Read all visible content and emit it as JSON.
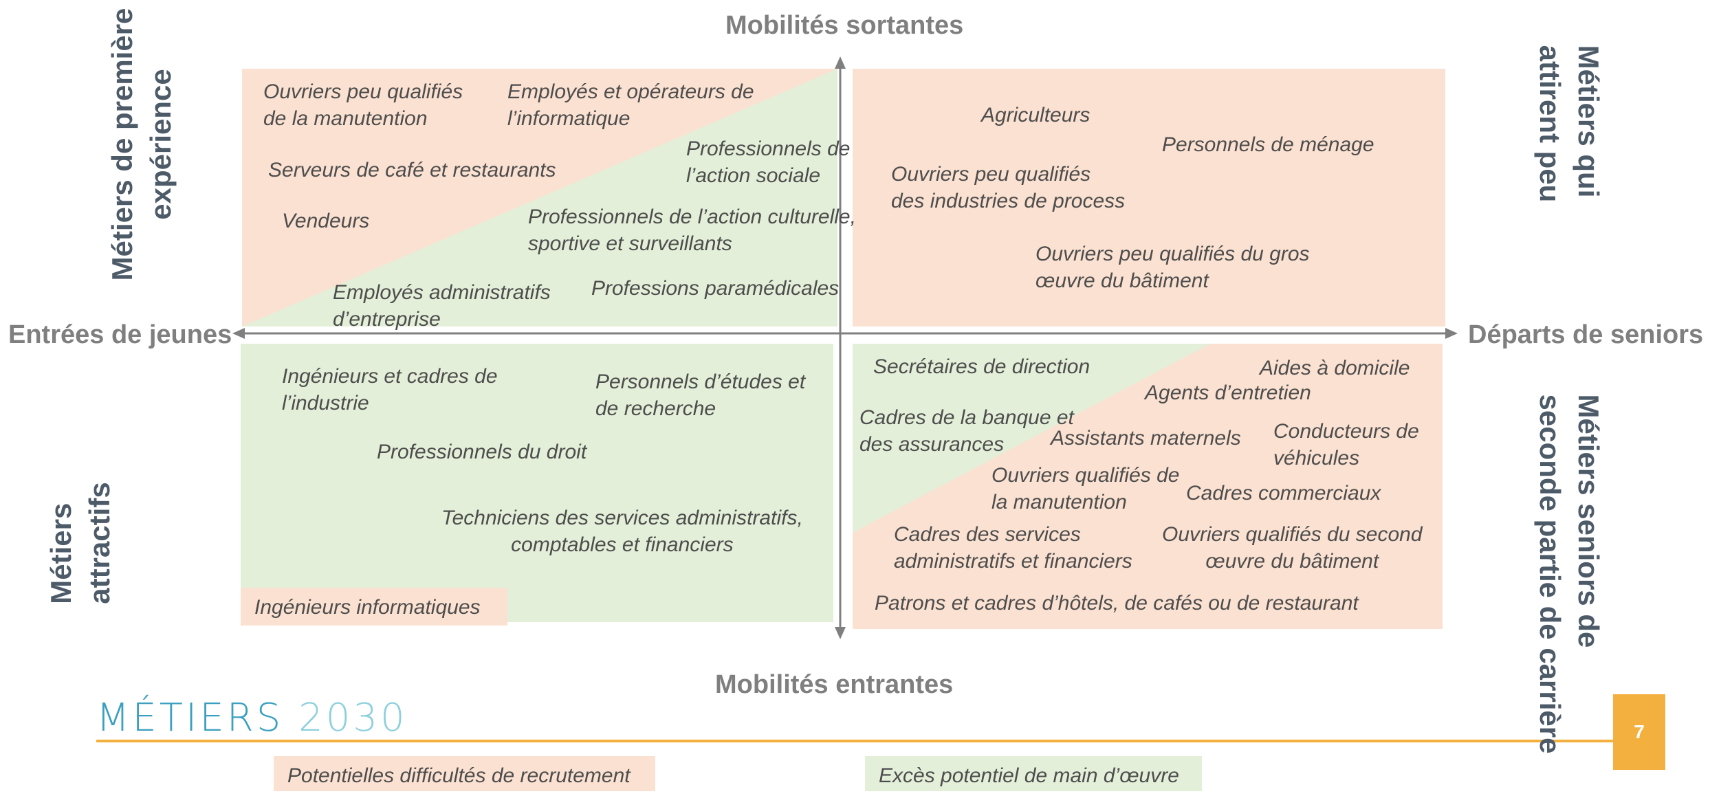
{
  "axes": {
    "top": "Mobilités sortantes",
    "bottom": "Mobilités entrantes",
    "left": "Entrées de jeunes",
    "right": "Départs de seniors"
  },
  "quadrant_labels": {
    "top_left": [
      "Métiers de première",
      "expérience"
    ],
    "bottom_left": [
      "Métiers",
      "attractifs"
    ],
    "top_right": [
      "Métiers qui",
      "attirent peu"
    ],
    "bottom_right": [
      "Métiers seniors de",
      "seconde partie de carrière"
    ]
  },
  "top_left_jobs": {
    "j1": [
      "Ouvriers peu qualifiés",
      "de la manutention"
    ],
    "j2": [
      "Employés et opérateurs de",
      "l’informatique"
    ],
    "j3": [
      "Professionnels de",
      "l’action sociale"
    ],
    "j4": [
      "Serveurs de café et restaurants"
    ],
    "j5": [
      "Vendeurs"
    ],
    "j6": [
      "Professionnels de l’action culturelle,",
      "sportive et surveillants"
    ],
    "j7": [
      "Employés administratifs",
      "d’entreprise"
    ],
    "j8": [
      "Professions paramédicales"
    ]
  },
  "top_right_jobs": {
    "j1": [
      "Agriculteurs"
    ],
    "j2": [
      "Personnels de ménage"
    ],
    "j3": [
      "Ouvriers peu qualifiés",
      "des industries de process"
    ],
    "j4": [
      "Ouvriers peu qualifiés du gros",
      "œuvre du bâtiment"
    ]
  },
  "bottom_left_jobs": {
    "j1": [
      "Ingénieurs et cadres de",
      "l’industrie"
    ],
    "j2": [
      "Personnels d’études et",
      "de recherche"
    ],
    "j3": [
      "Professionnels du droit"
    ],
    "j4": [
      "Techniciens des services administratifs,",
      "comptables et financiers"
    ],
    "j5": [
      "Ingénieurs informatiques"
    ]
  },
  "bottom_right_jobs": {
    "j1": [
      "Secrétaires de direction"
    ],
    "j2": [
      "Aides à domicile"
    ],
    "j3": [
      "Agents d’entretien"
    ],
    "j4": [
      "Cadres de la banque et",
      "des assurances"
    ],
    "j5": [
      "Assistants maternels"
    ],
    "j6": [
      "Conducteurs de",
      "véhicules"
    ],
    "j7": [
      "Ouvriers qualifiés de",
      "la manutention"
    ],
    "j8": [
      "Cadres commerciaux"
    ],
    "j9": [
      "Cadres des services",
      "administratifs et financiers"
    ],
    "j10": [
      "Ouvriers qualifiés du second",
      "œuvre du bâtiment"
    ],
    "j11": [
      "Patrons et cadres d’hôtels, de cafés ou de restaurant"
    ]
  },
  "legend": {
    "difficulties": "Potentielles difficultés de recrutement",
    "excess": "Excès potentiel de main d’œuvre"
  },
  "logo": {
    "part1": "MÉTIERS",
    "part2": "2030"
  },
  "page_number": "7",
  "colors": {
    "salmon": "#fbe1d1",
    "green": "#e3efd8",
    "accent": "#f4b03e",
    "axis": "#7f7f7f"
  }
}
